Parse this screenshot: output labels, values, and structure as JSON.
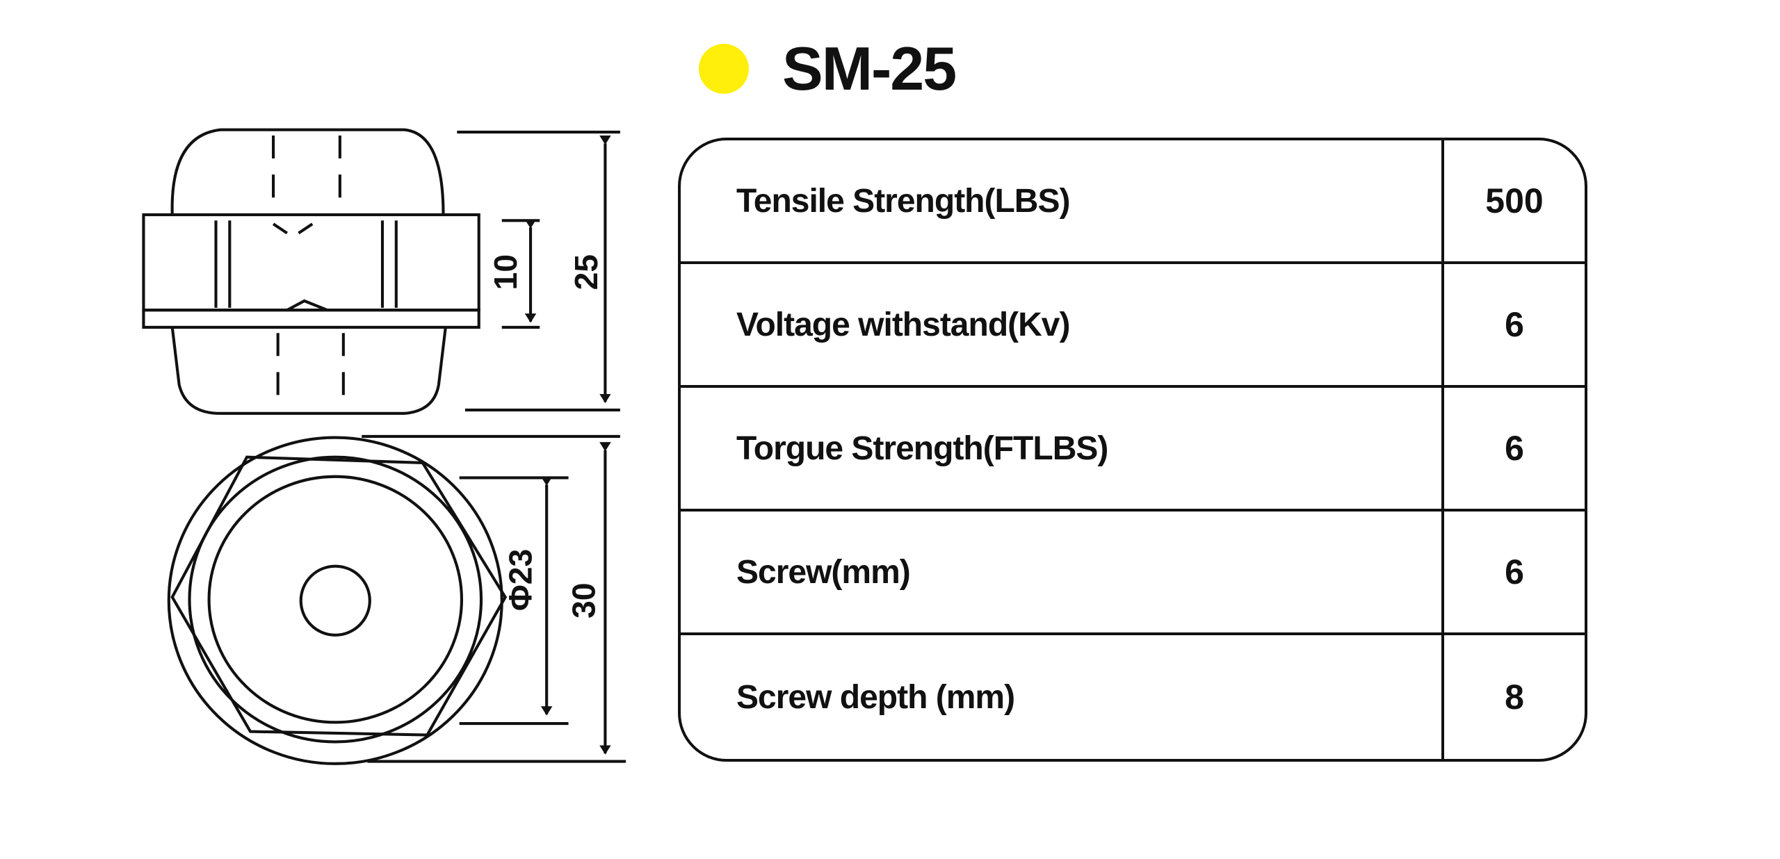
{
  "title": {
    "text": "SM-25",
    "dot_color": "#ffef0a"
  },
  "dimensions": {
    "band_height": "10",
    "total_height": "25",
    "inner_diameter": "Φ23",
    "outer_width": "30"
  },
  "specs": [
    {
      "label": "Tensile Strength(LBS)",
      "value": "500"
    },
    {
      "label": "Voltage withstand(Kv)",
      "value": "6"
    },
    {
      "label": "Torgue Strength(FTLBS)",
      "value": "6"
    },
    {
      "label": "Screw(mm)",
      "value": "6"
    },
    {
      "label": "Screw depth (mm)",
      "value": "8"
    }
  ]
}
